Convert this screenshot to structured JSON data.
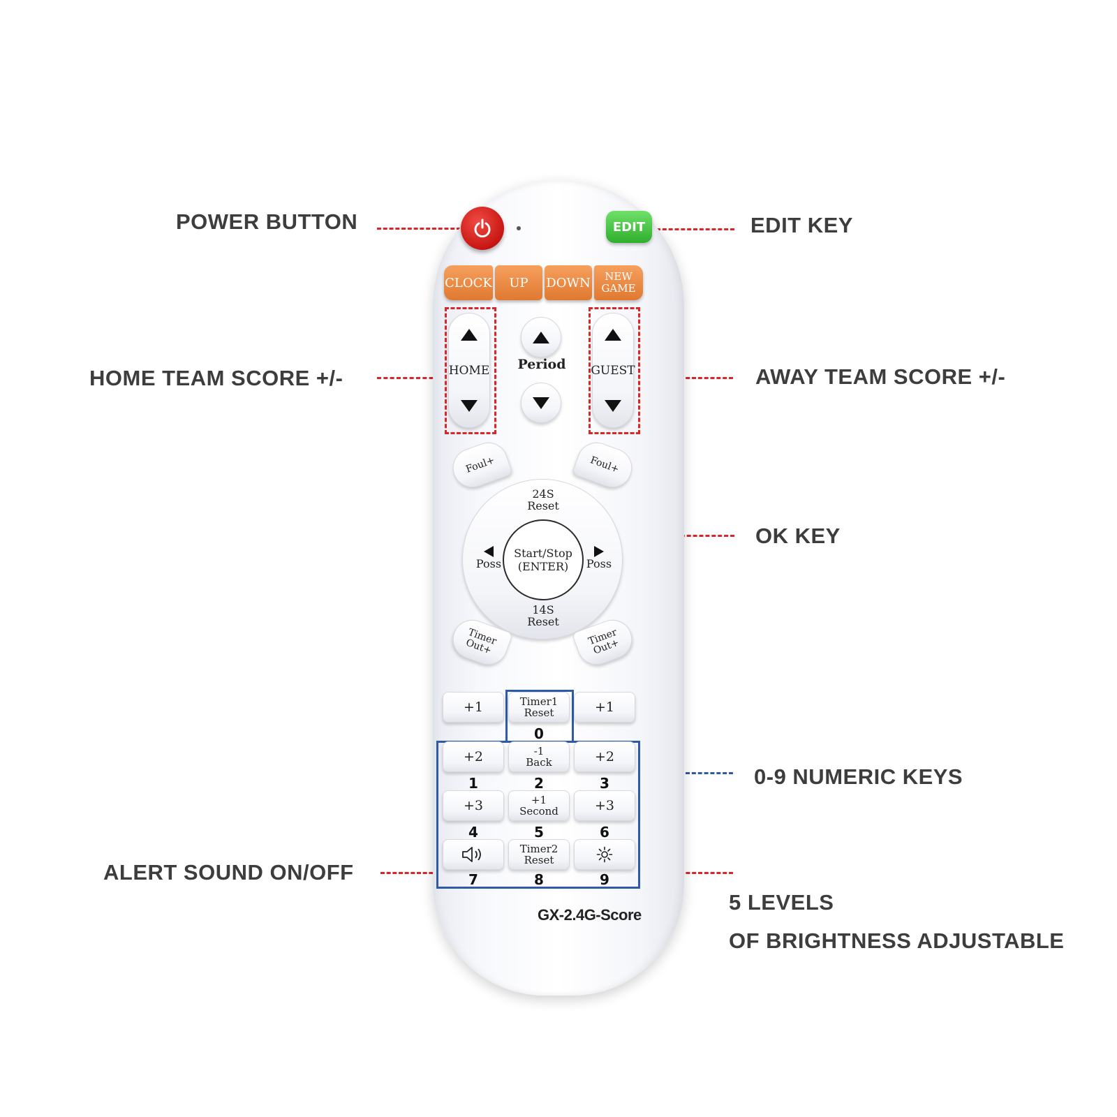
{
  "callouts": {
    "power": "POWER BUTTON",
    "edit": "EDIT KEY",
    "home": "HOME TEAM SCORE +/-",
    "away": "AWAY TEAM SCORE +/-",
    "ok": "OK KEY",
    "numeric": "0-9 NUMERIC KEYS",
    "alert": "ALERT SOUND ON/OFF",
    "brightness_line1": "5 LEVELS",
    "brightness_line2": "OF BRIGHTNESS ADJUSTABLE"
  },
  "remote": {
    "model": "GX-2.4G-Score",
    "edit": "EDIT",
    "orange": [
      "CLOCK",
      "UP",
      "DOWN",
      "NEW\nGAME"
    ],
    "home": "HOME",
    "period": "Period",
    "guest": "GUEST",
    "foul": "Foul+",
    "dpad": {
      "top": "24S\nReset",
      "center": "Start/Stop\n(ENTER)",
      "left": "Poss",
      "right": "Poss",
      "bottom": "14S\nReset"
    },
    "timer_out": "Timer\nOut+",
    "keys": [
      {
        "label": "+1",
        "num": ""
      },
      {
        "label": "Timer1\nReset",
        "num": "0"
      },
      {
        "label": "+1",
        "num": ""
      },
      {
        "label": "+2",
        "num": "1"
      },
      {
        "label": "-1\nBack",
        "num": "2"
      },
      {
        "label": "+2",
        "num": "3"
      },
      {
        "label": "+3",
        "num": "4"
      },
      {
        "label": "+1\nSecond",
        "num": "5"
      },
      {
        "label": "+3",
        "num": "6"
      },
      {
        "label": "",
        "num": "7"
      },
      {
        "label": "Timer2\nReset",
        "num": "8"
      },
      {
        "label": "",
        "num": "9"
      }
    ]
  },
  "colors": {
    "leader_red": "#d9262a",
    "leader_blue": "#2f5aa8",
    "power": "#d41f1a",
    "edit": "#3fbf3b",
    "orange": "#e98a43"
  },
  "icons": [
    "power-icon",
    "speaker-icon",
    "brightness-icon",
    "arrow-up-icon",
    "arrow-down-icon",
    "arrow-left-icon",
    "arrow-right-icon"
  ]
}
